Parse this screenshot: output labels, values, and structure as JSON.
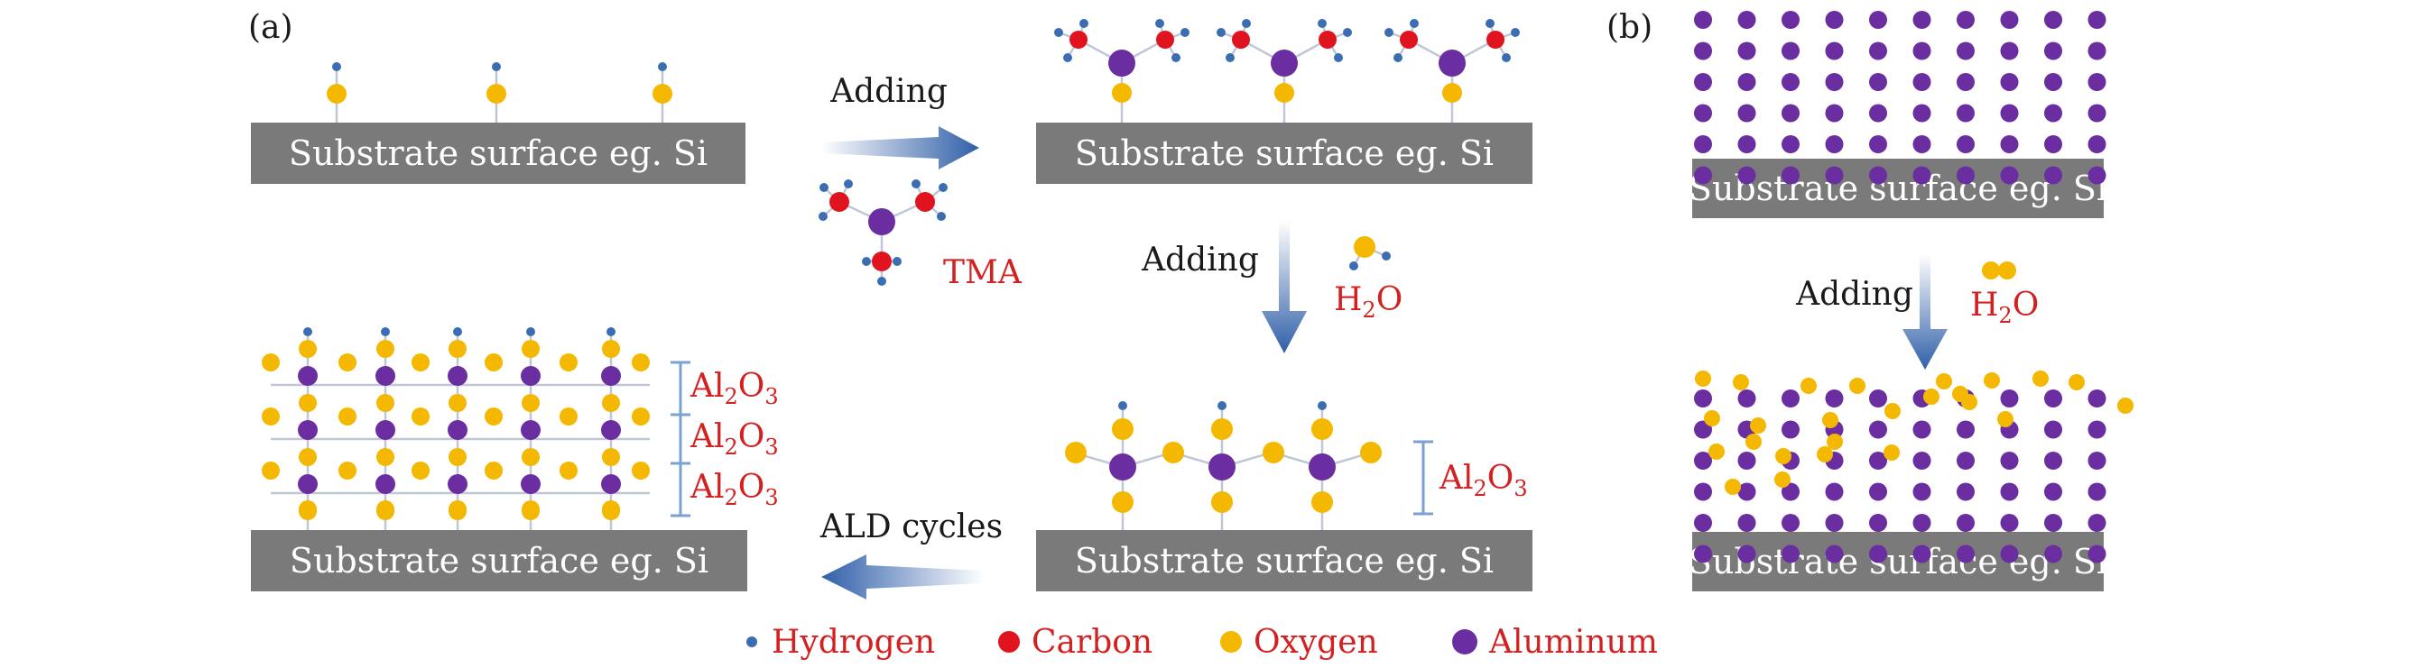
{
  "panels": {
    "a_label": "(a)",
    "b_label": "(b)"
  },
  "substrate_label": "Substrate surface eg. Si",
  "arrows": {
    "adding_1": "Adding",
    "adding_2": "Adding",
    "adding_b": "Adding",
    "ald_cycles": "ALD cycles"
  },
  "molecules": {
    "tma": "TMA",
    "water_main": "H",
    "water_sub": "2",
    "water_end": "O"
  },
  "layer": {
    "al_main": "Al",
    "al_sub": "2",
    "o_main": "O",
    "o_sub": "3"
  },
  "legend": {
    "items": [
      {
        "label": "Hydrogen",
        "color": "#3b6db3",
        "size": "small"
      },
      {
        "label": "Carbon",
        "color": "#e0141e",
        "size": "medium"
      },
      {
        "label": "Oxygen",
        "color": "#f5b800",
        "size": "medium"
      },
      {
        "label": "Aluminum",
        "color": "#6a2ea0",
        "size": "large"
      }
    ]
  },
  "colors": {
    "substrate": "#7a7a7a",
    "hydrogen": "#3b6db3",
    "carbon": "#e0141e",
    "oxygen": "#f5b800",
    "aluminum": "#6a2ea0",
    "arrow": "#2f5fa8",
    "red_text": "#d32020"
  }
}
